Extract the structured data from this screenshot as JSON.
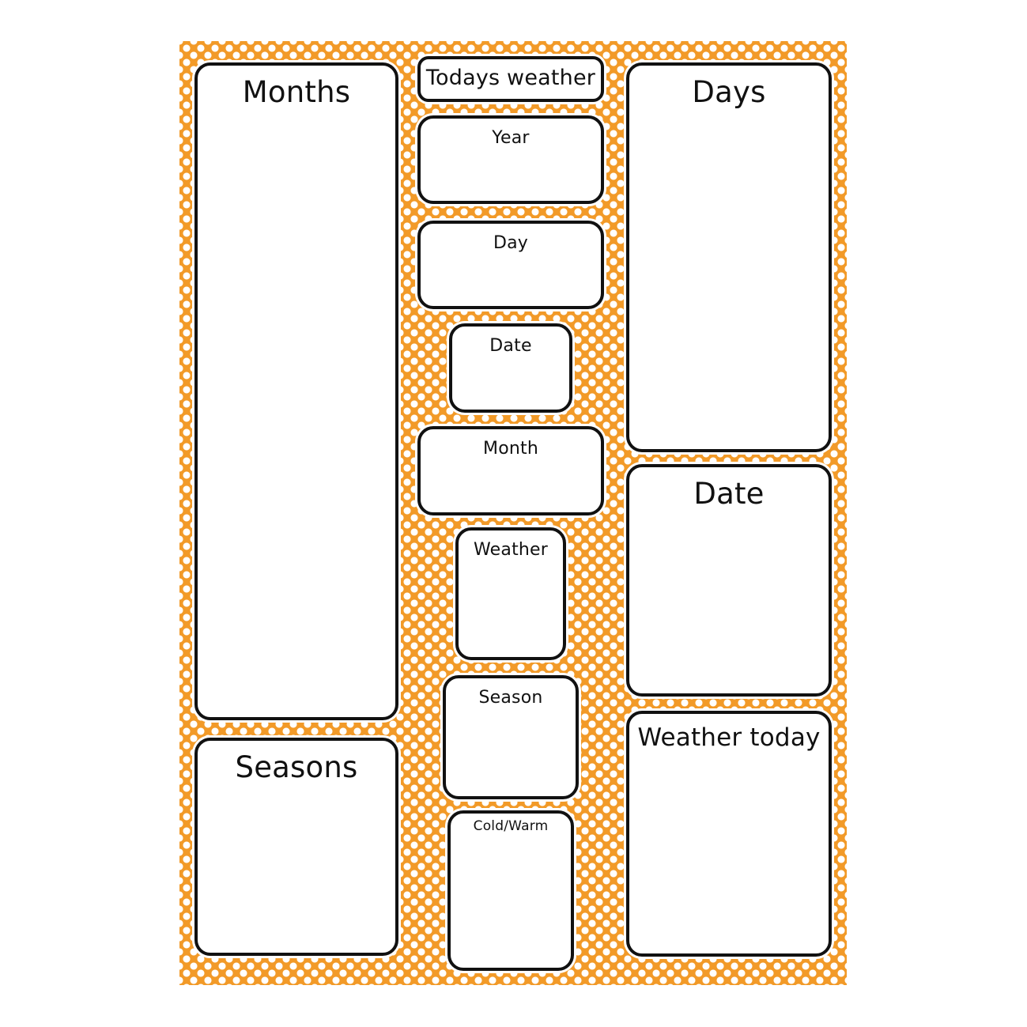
{
  "board": {
    "background_color": "#F29A28",
    "dot_color": "#FFFFFF",
    "border_color": "#111111"
  },
  "left": {
    "months": "Months",
    "seasons": "Seasons"
  },
  "center": {
    "todays_weather": "Todays weather",
    "year": "Year",
    "day": "Day",
    "date": "Date",
    "month": "Month",
    "weather": "Weather",
    "season": "Season",
    "cold_warm": "Cold/Warm"
  },
  "right": {
    "days": "Days",
    "date": "Date",
    "weather_today": "Weather today"
  }
}
